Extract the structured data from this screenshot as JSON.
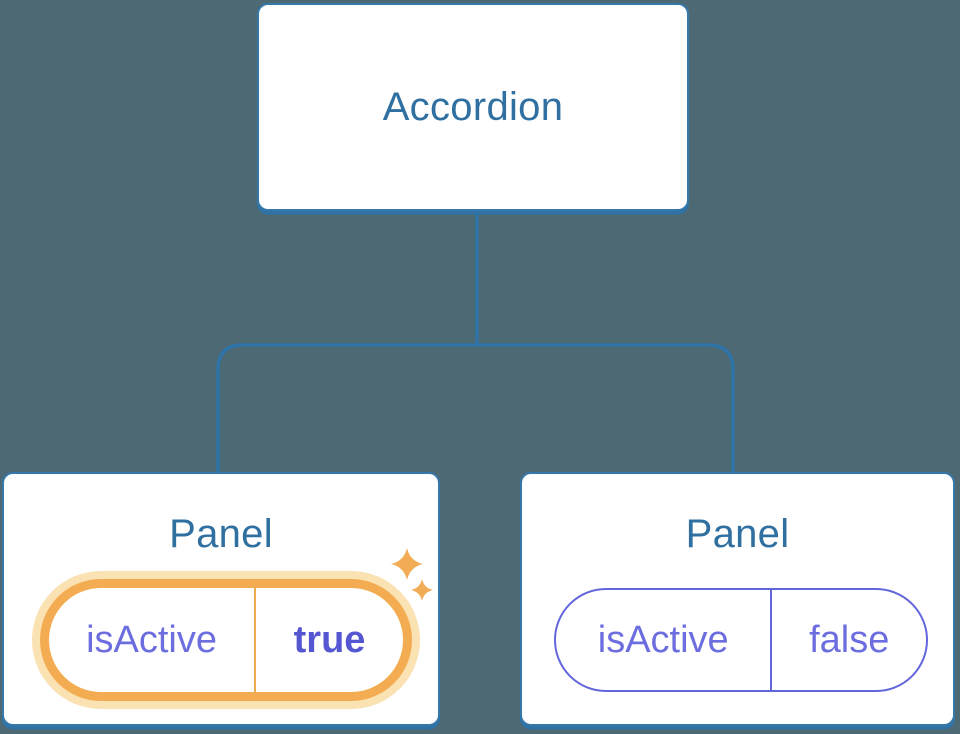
{
  "diagram": {
    "root": {
      "label": "Accordion"
    },
    "panels": [
      {
        "title": "Panel",
        "active": true,
        "state": {
          "label": "isActive",
          "value": "true"
        },
        "highlight_icon": "sparkles-icon"
      },
      {
        "title": "Panel",
        "active": false,
        "state": {
          "label": "isActive",
          "value": "false"
        }
      }
    ]
  },
  "colors": {
    "background": "#4D6973",
    "box_border": "#3578A9",
    "box_edge": "#2E72A6",
    "title_text": "#2F70A1",
    "connector_line": "#2E74A8",
    "state_text_purple": "#6C6EDF",
    "state_value_purple": "#5557D2",
    "pill_border_purple": "#6366DB",
    "pill_ring_orange": "#F3AC52",
    "pill_glow_orange": "#FAE2B3",
    "pill_divider_orange": "#EFA94F",
    "sparkle_orange": "#F2AC55",
    "node_fill": "#FFFFFF"
  }
}
